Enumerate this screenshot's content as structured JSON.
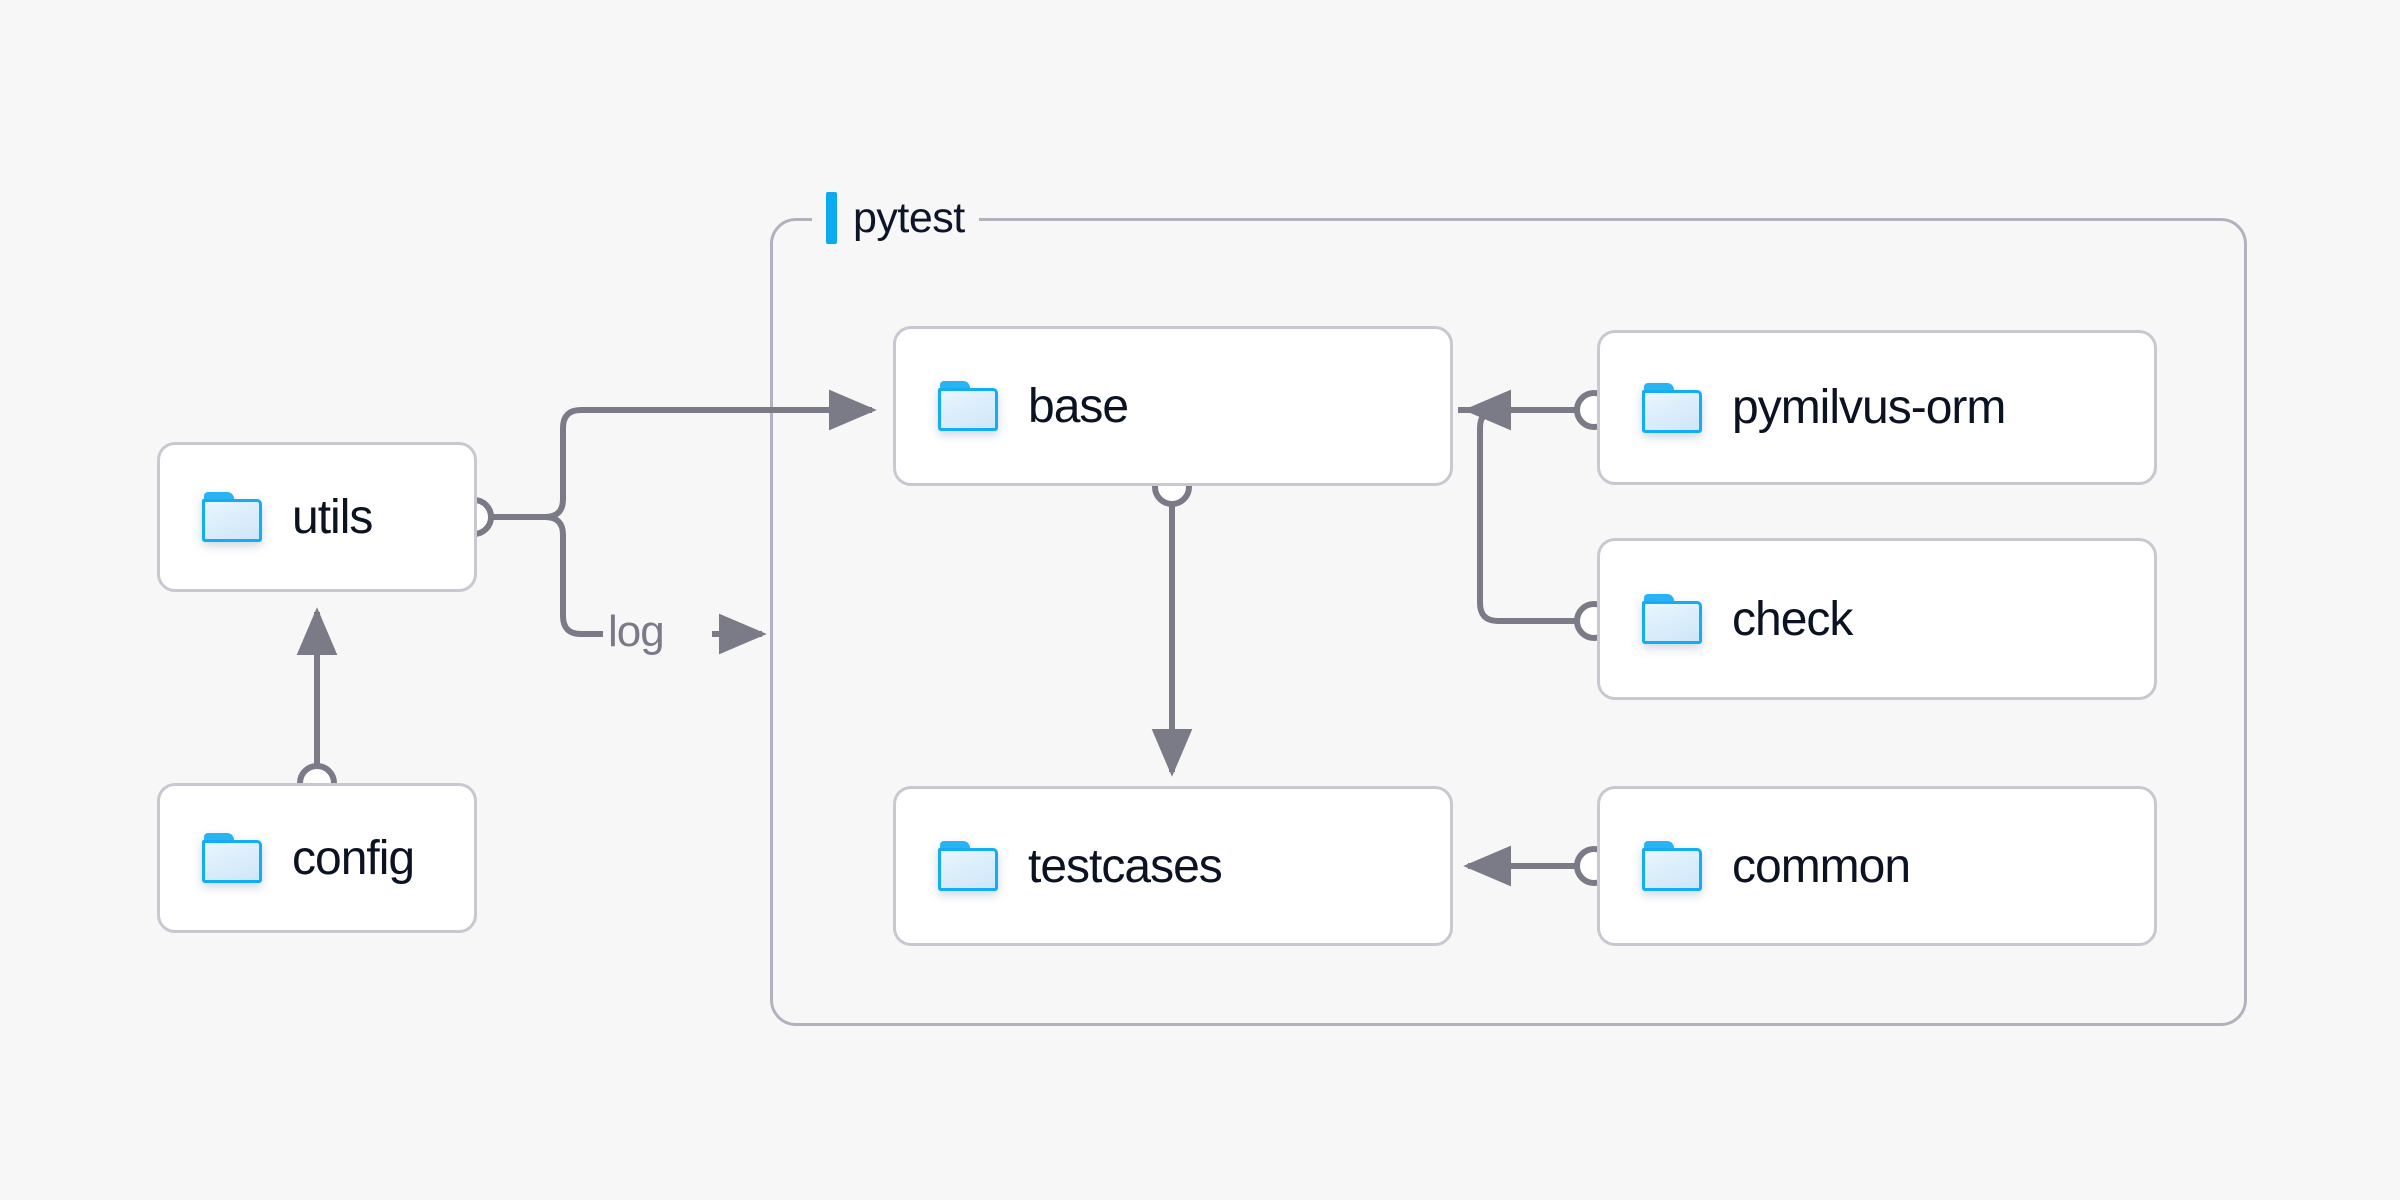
{
  "canvas": {
    "background": "#f7f7f8",
    "accent": "#0eaaf0",
    "node_border": "#c9c7d1",
    "group_border": "#b4b1be",
    "wire": "#7b7b88",
    "text": "#0b1222"
  },
  "group": {
    "name": "pytest-group",
    "label": "pytest"
  },
  "nodes": [
    {
      "id": "utils",
      "label": "utils",
      "icon": "folder-icon"
    },
    {
      "id": "config",
      "label": "config",
      "icon": "folder-icon"
    },
    {
      "id": "base",
      "label": "base",
      "icon": "folder-icon"
    },
    {
      "id": "testcases",
      "label": "testcases",
      "icon": "folder-icon"
    },
    {
      "id": "pymilvus-orm",
      "label": "pymilvus-orm",
      "icon": "folder-icon"
    },
    {
      "id": "check",
      "label": "check",
      "icon": "folder-icon"
    },
    {
      "id": "common",
      "label": "common",
      "icon": "folder-icon"
    }
  ],
  "edges": [
    {
      "id": "utils-to-base",
      "from": "utils",
      "to": "base",
      "label": ""
    },
    {
      "id": "utils-to-pytest-log",
      "from": "utils",
      "to": "pytest",
      "label": "log"
    },
    {
      "id": "config-to-utils",
      "from": "config",
      "to": "utils",
      "label": ""
    },
    {
      "id": "base-to-testcases",
      "from": "base",
      "to": "testcases",
      "label": ""
    },
    {
      "id": "pymilvus-orm-to-base",
      "from": "pymilvus-orm",
      "to": "base",
      "label": ""
    },
    {
      "id": "check-to-base",
      "from": "check",
      "to": "base",
      "label": ""
    },
    {
      "id": "common-to-testcases",
      "from": "common",
      "to": "testcases",
      "label": ""
    }
  ]
}
